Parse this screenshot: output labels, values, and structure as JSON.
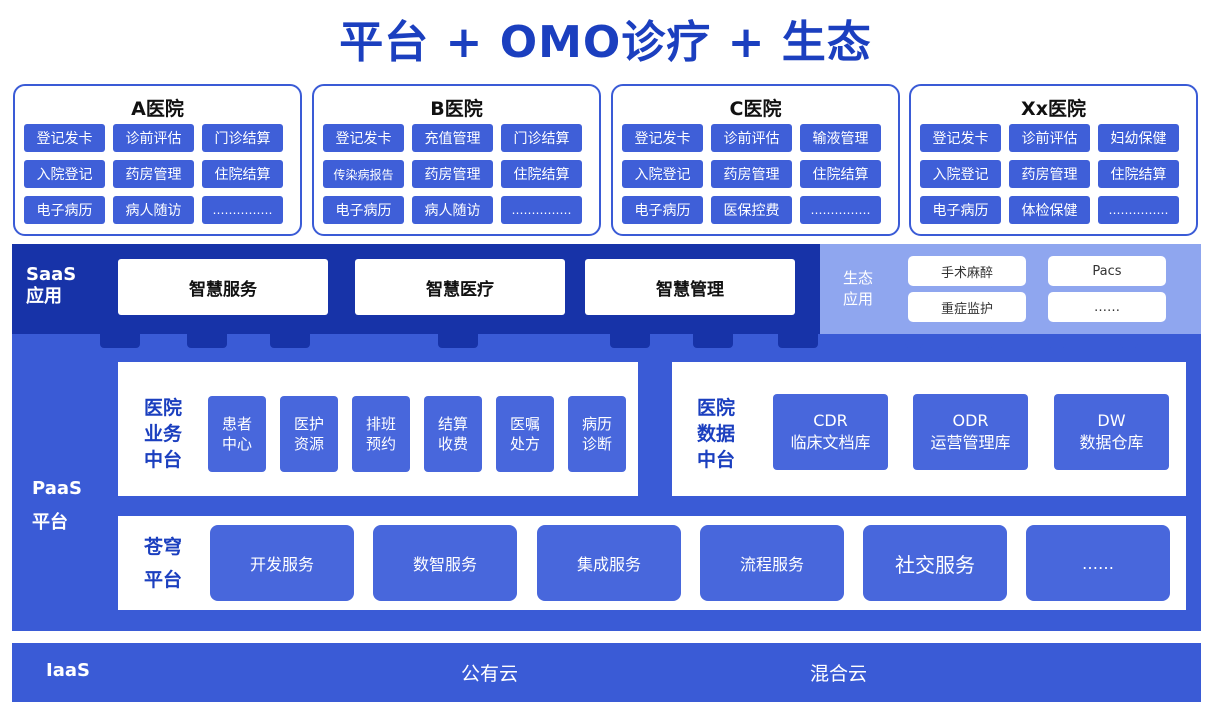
{
  "title": "平台 + OMO诊疗 + 生态",
  "hospitals": [
    {
      "name": "A医院",
      "items": [
        "登记发卡",
        "诊前评估",
        "门诊结算",
        "入院登记",
        "药房管理",
        "住院结算",
        "电子病历",
        "病人随访",
        "……………"
      ]
    },
    {
      "name": "B医院",
      "items": [
        "登记发卡",
        "充值管理",
        "门诊结算",
        "传染病报告",
        "药房管理",
        "住院结算",
        "电子病历",
        "病人随访",
        "……………"
      ]
    },
    {
      "name": "C医院",
      "items": [
        "登记发卡",
        "诊前评估",
        "输液管理",
        "入院登记",
        "药房管理",
        "住院结算",
        "电子病历",
        "医保控费",
        "……………"
      ]
    },
    {
      "name": "Xx医院",
      "items": [
        "登记发卡",
        "诊前评估",
        "妇幼保健",
        "入院登记",
        "药房管理",
        "住院结算",
        "电子病历",
        "体检保健",
        "……………"
      ]
    }
  ],
  "saas": {
    "label_line1": "SaaS",
    "label_line2": "应用",
    "boxes": [
      "智慧服务",
      "智慧医疗",
      "智慧管理"
    ]
  },
  "ecosystem": {
    "label_line1": "生态",
    "label_line2": "应用",
    "items": [
      "手术麻醉",
      "Pacs",
      "重症监护",
      "……"
    ]
  },
  "paas": {
    "label_line1": "PaaS",
    "label_line2": "平台",
    "business": {
      "title_lines": [
        "医院",
        "业务",
        "中台"
      ],
      "services": [
        [
          "患者",
          "中心"
        ],
        [
          "医护",
          "资源"
        ],
        [
          "排班",
          "预约"
        ],
        [
          "结算",
          "收费"
        ],
        [
          "医嘱",
          "处方"
        ],
        [
          "病历",
          "诊断"
        ]
      ]
    },
    "data": {
      "title_lines": [
        "医院",
        "数据",
        "中台"
      ],
      "boxes": [
        {
          "code": "CDR",
          "name": "临床文档库"
        },
        {
          "code": "ODR",
          "name": "运营管理库"
        },
        {
          "code": "DW",
          "name": "数据仓库"
        }
      ]
    },
    "cangqiong": {
      "title_lines": [
        "苍穹",
        "平台"
      ],
      "services": [
        "开发服务",
        "数智服务",
        "集成服务",
        "流程服务",
        "社交服务",
        "……"
      ]
    }
  },
  "iaas": {
    "label": "IaaS",
    "clouds": [
      "公有云",
      "混合云"
    ]
  },
  "colors": {
    "title": "#1b3fbf",
    "primary_blue": "#3a5bd6",
    "dark_blue": "#1733a8",
    "light_blue": "#8fa6ef",
    "box_blue": "#4867dc"
  }
}
